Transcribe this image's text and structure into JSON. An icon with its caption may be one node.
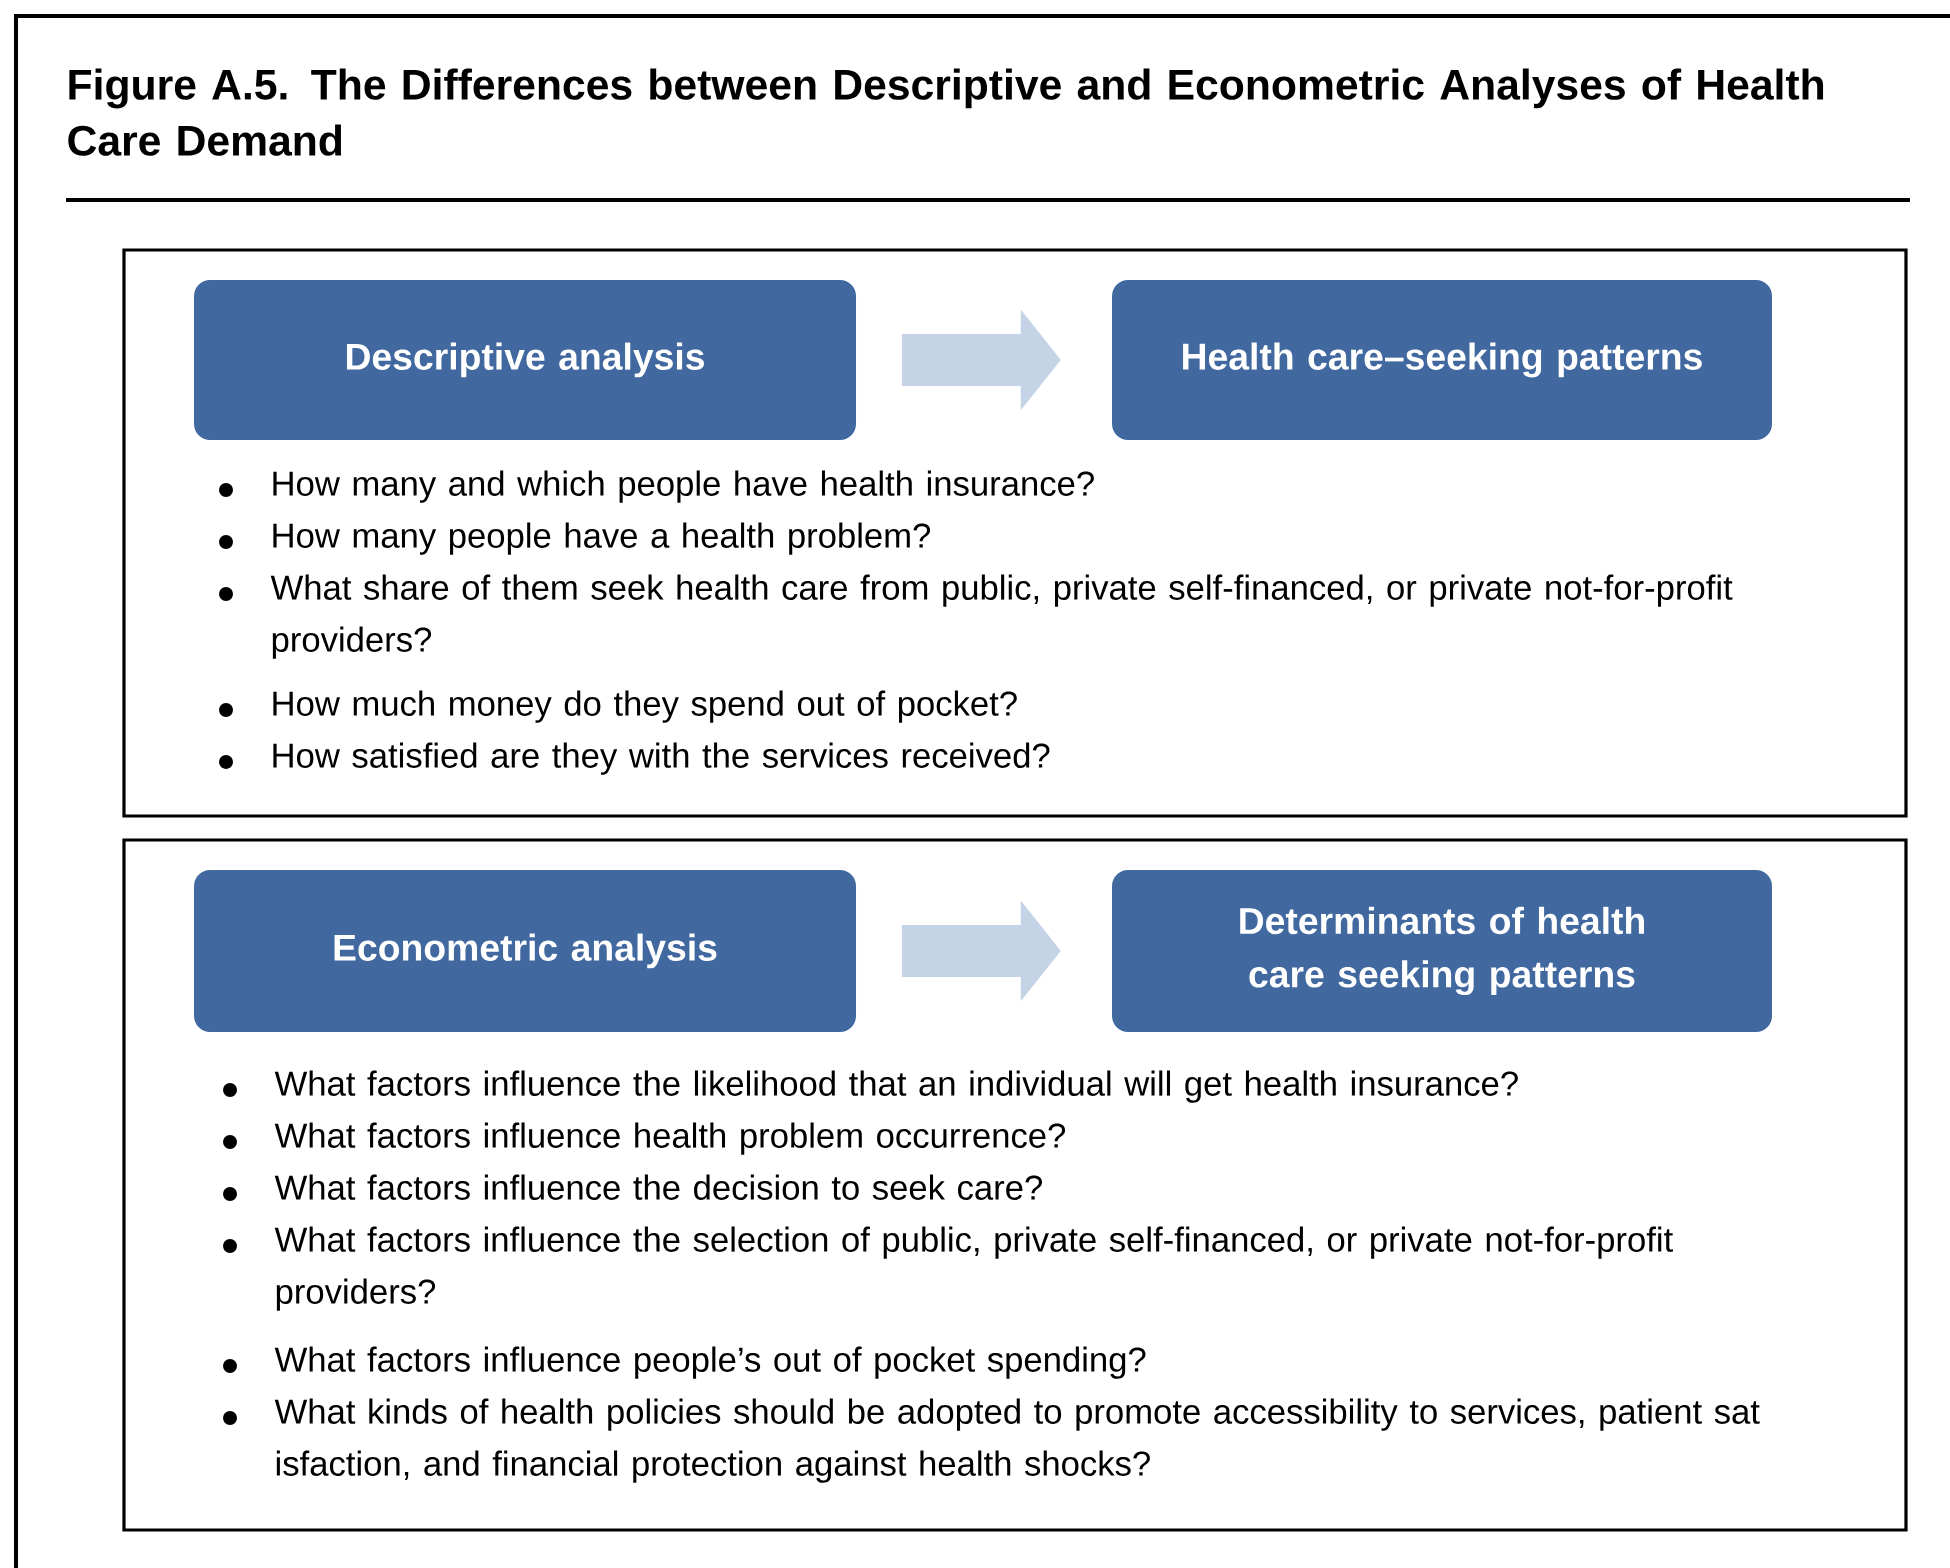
{
  "diagram": {
    "title": "Figure A.5. The Differences between Descriptive and Econometric Analyses of Health Care Demand",
    "nodes": [
      {
        "text": [
          "How many and which people have health insurance?",
          "How many people have a health problem?",
          "What share of them seek health care from public, private self-financed, or private not-for-profit providers?",
          "How much money do they spend out of pocket?",
          "How satisfied are they with the services received?"
        ]
      },
      {
        "text": [
          "Descriptive analysis"
        ],
        "in": 0
      },
      {
        "text": [
          "Health care–seeking patterns"
        ],
        "in": 0
      },
      {
        "text": [
          "What factors influence the likelihood that an individual will get health insurance?",
          "What factors influence health problem occurrence?",
          "What factors influence the decision to seek care?",
          "What factors influence the selection of public, private self-financed, or private not-for-profit providers?",
          "What factors influence people’s out of pocket spending?",
          "What kinds of health policies should be adopted to promote accessibility to services, patient sat isfaction, and financial protection against health shocks?"
        ]
      },
      {
        "text": [
          "Econometric analysis"
        ],
        "in": 3
      },
      {
        "text": [
          "Determinants of health care seeking patterns"
        ],
        "in": 3
      }
    ],
    "edges": [
      {
        "from": 1,
        "to": 2,
        "arrow": "to"
      },
      {
        "from": 4,
        "to": 5,
        "arrow": "to"
      }
    ]
  }
}
